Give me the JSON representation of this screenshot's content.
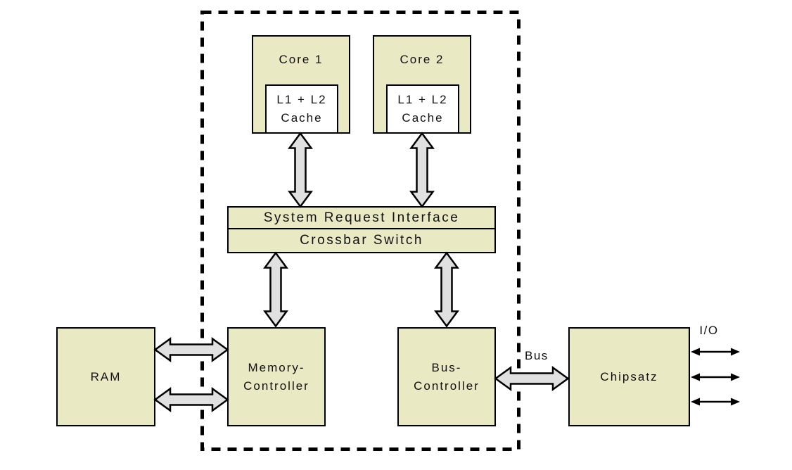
{
  "nodes": {
    "core1": {
      "label": "Core 1"
    },
    "core2": {
      "label": "Core 2"
    },
    "cache1": {
      "line1": "L1 + L2",
      "line2": "Cache"
    },
    "cache2": {
      "line1": "L1 + L2",
      "line2": "Cache"
    },
    "sri": {
      "label": "System Request Interface"
    },
    "crossbar": {
      "label": "Crossbar Switch"
    },
    "ram": {
      "label": "RAM"
    },
    "memory_controller": {
      "line1": "Memory-",
      "line2": "Controller"
    },
    "bus_controller": {
      "line1": "Bus-",
      "line2": "Controller"
    },
    "chipset": {
      "label": "Chipsatz"
    }
  },
  "labels": {
    "bus": "Bus",
    "io": "I/O"
  },
  "colors": {
    "box_fill": "#e9e9c3",
    "cache_fill": "#ffffff",
    "arrow_fill": "#e0e0e0",
    "outline": "#000000",
    "background": "#ffffff"
  }
}
